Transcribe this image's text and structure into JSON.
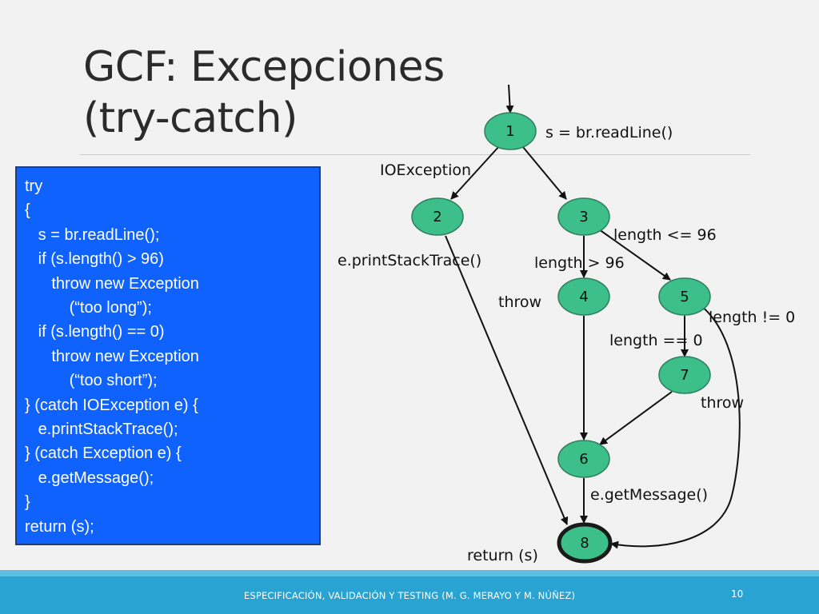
{
  "slide": {
    "title_line1": "GCF: Excepciones",
    "title_line2": "(try-catch)",
    "footer": "ESPECIFICACIÓN, VALIDACIÓN Y TESTING (M. G. MERAYO Y M. NÚÑEZ)",
    "page_number": "10"
  },
  "code": {
    "lines": [
      "try",
      "{",
      "   s = br.readLine();",
      "   if (s.length() > 96)",
      "      throw new Exception",
      "          (“too long”);",
      "   if (s.length() == 0)",
      "      throw new Exception",
      "          (“too short”);",
      "} (catch IOException e) {",
      "   e.printStackTrace();",
      "} (catch Exception e) {",
      "   e.getMessage();",
      "}",
      "return (s);"
    ]
  },
  "colors": {
    "node_fill": "#3dbf8a",
    "node_stroke": "#2e7d5e",
    "code_bg": "#0f62fe",
    "footer_bg": "#29a3d1"
  },
  "diagram": {
    "nodes": [
      {
        "id": "1",
        "label": "1"
      },
      {
        "id": "2",
        "label": "2"
      },
      {
        "id": "3",
        "label": "3"
      },
      {
        "id": "4",
        "label": "4"
      },
      {
        "id": "5",
        "label": "5"
      },
      {
        "id": "7",
        "label": "7"
      },
      {
        "id": "6",
        "label": "6"
      },
      {
        "id": "8",
        "label": "8",
        "final": true
      }
    ],
    "edges": [
      {
        "from": "start",
        "to": "1"
      },
      {
        "from": "1",
        "to": "2"
      },
      {
        "from": "1",
        "to": "3"
      },
      {
        "from": "3",
        "to": "4"
      },
      {
        "from": "3",
        "to": "5"
      },
      {
        "from": "5",
        "to": "7"
      },
      {
        "from": "7",
        "to": "6"
      },
      {
        "from": "4",
        "to": "6"
      },
      {
        "from": "6",
        "to": "8"
      },
      {
        "from": "2",
        "to": "8"
      },
      {
        "from": "5",
        "to": "8"
      }
    ],
    "labels": {
      "n1": "s = br.readLine()",
      "io_exception": "IOException",
      "print_stack": "e.printStackTrace()",
      "len_le": "length <= 96",
      "len_gt": "length > 96",
      "throw4": "throw",
      "len_ne": "length != 0",
      "len_eq": "length == 0",
      "throw7": "throw",
      "get_message": "e.getMessage()",
      "return_s": "return (s)"
    }
  }
}
